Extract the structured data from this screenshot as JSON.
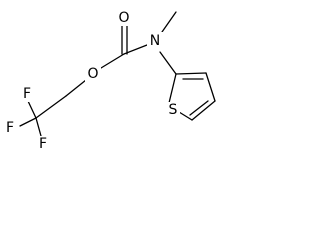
{
  "structure": {
    "atoms": {
      "carbonyl_oxygen": "O",
      "ester_oxygen": "O",
      "nitrogen": "N",
      "sulfur": "S",
      "fluorine_top": "F",
      "fluorine_left": "F",
      "fluorine_bottom": "F"
    }
  }
}
